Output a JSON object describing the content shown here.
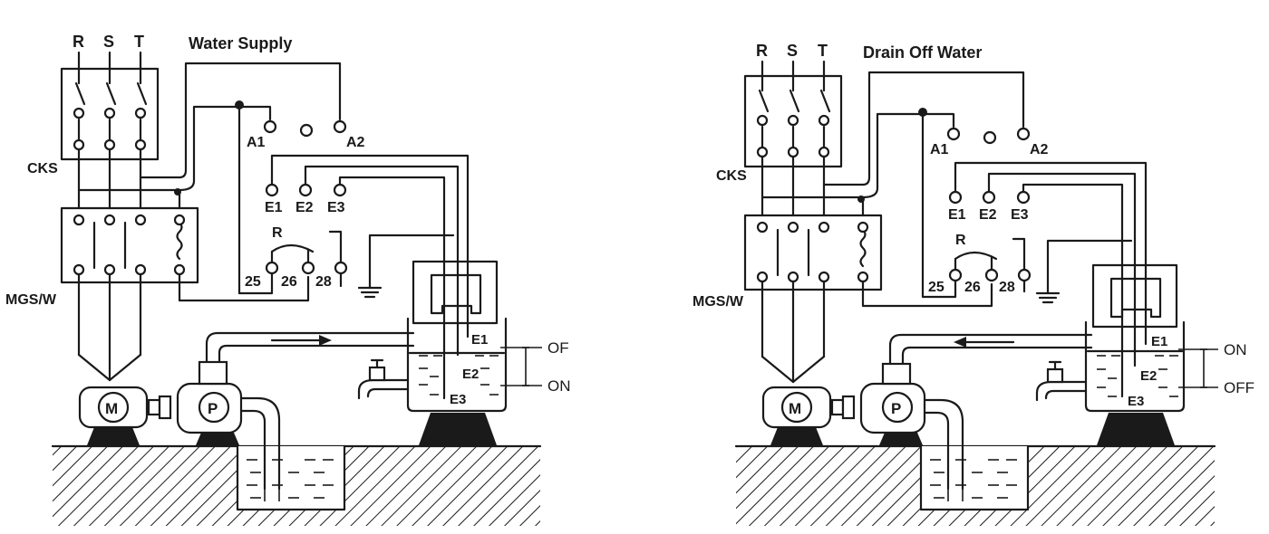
{
  "panels": [
    {
      "title": "Water Supply",
      "phases": [
        "R",
        "S",
        "T"
      ],
      "breaker_label": "CKS",
      "contactor_label": "MGS/W",
      "terminals_a": [
        "A1",
        "A2"
      ],
      "terminals_e": [
        "E1",
        "E2",
        "E3"
      ],
      "relay_label": "R",
      "relay_terminals": [
        "25",
        "26",
        "28"
      ],
      "electrode_labels": [
        "E1",
        "E2",
        "E3"
      ],
      "level_top": "OF",
      "level_bottom": "ON",
      "motor_label": "M",
      "pump_label": "P",
      "flow_direction": "right"
    },
    {
      "title": "Drain Off Water",
      "phases": [
        "R",
        "S",
        "T"
      ],
      "breaker_label": "CKS",
      "contactor_label": "MGS/W",
      "terminals_a": [
        "A1",
        "A2"
      ],
      "terminals_e": [
        "E1",
        "E2",
        "E3"
      ],
      "relay_label": "R",
      "relay_terminals": [
        "25",
        "26",
        "28"
      ],
      "electrode_labels": [
        "E1",
        "E2",
        "E3"
      ],
      "level_top": "ON",
      "level_bottom": "OFF",
      "motor_label": "M",
      "pump_label": "P",
      "flow_direction": "left"
    }
  ]
}
